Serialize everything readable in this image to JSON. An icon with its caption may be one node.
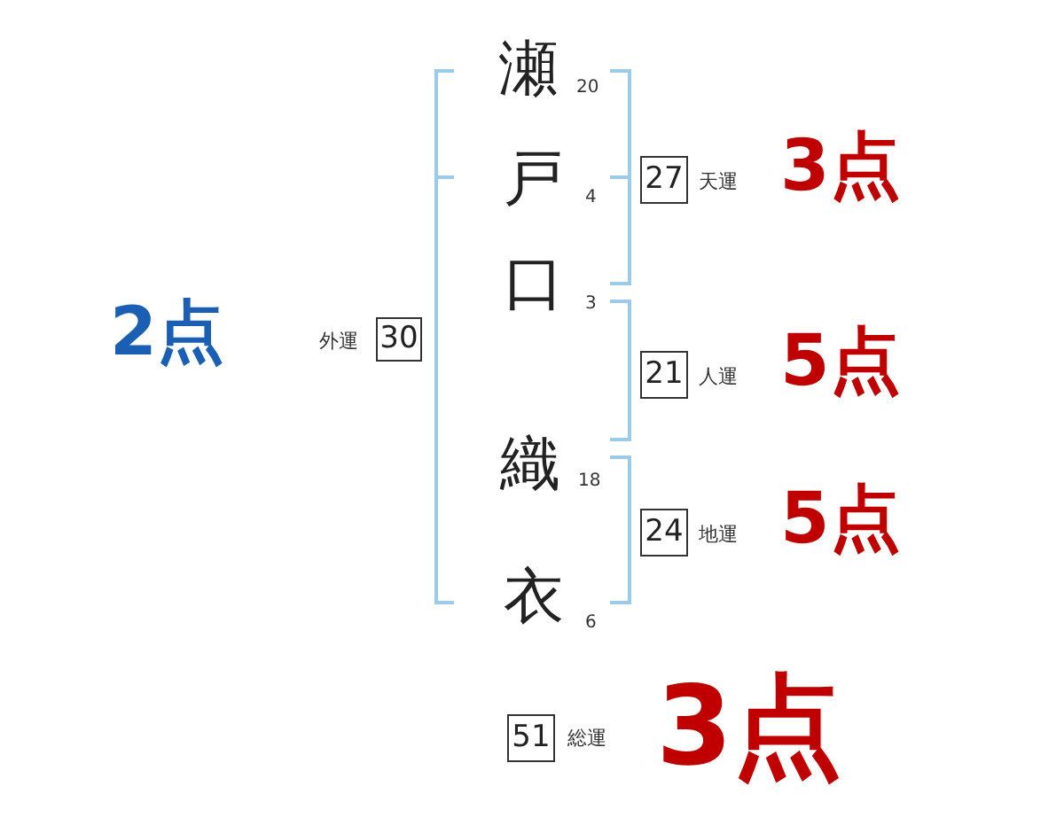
{
  "diagram": {
    "nodes": [
      {
        "text": [
          "27"
        ],
        "beside": [
          "天運",
          "3点"
        ]
      },
      {
        "text": [
          "30"
        ],
        "beside": [
          "2点",
          "外運"
        ]
      },
      {
        "text": [
          "21"
        ],
        "beside": [
          "人運",
          "5点"
        ]
      },
      {
        "text": [
          "24"
        ],
        "beside": [
          "地運",
          "5点"
        ]
      },
      {
        "text": [
          "51"
        ],
        "beside": [
          "総運",
          "3点"
        ]
      }
    ],
    "labels": [
      "瀬",
      "20",
      "戸",
      "4",
      "口",
      "3",
      "織",
      "18",
      "衣",
      "6"
    ]
  }
}
